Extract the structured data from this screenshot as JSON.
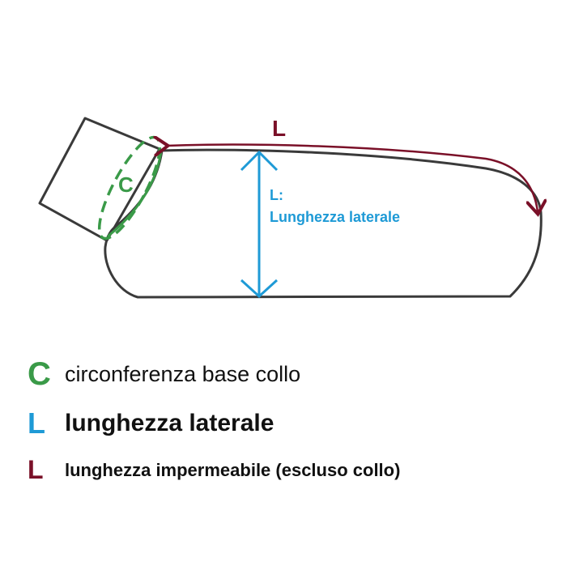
{
  "colors": {
    "outline": "#3a3a3a",
    "neck_green": "#3a9a48",
    "lateral_blue": "#1e9ad6",
    "waterproof_red": "#7a1028",
    "text": "#111111"
  },
  "diagram": {
    "neck_label": "C",
    "top_length_label": "L",
    "lateral_label_line1": "L:",
    "lateral_label_line2": "Lunghezza laterale"
  },
  "legend": [
    {
      "letter": "C",
      "color": "#3a9a48",
      "text": "circonferenza base collo"
    },
    {
      "letter": "L",
      "color": "#1e9ad6",
      "text": "lunghezza laterale"
    },
    {
      "letter": "L",
      "color": "#7a1028",
      "text": "lunghezza impermeabile (escluso collo)"
    }
  ]
}
